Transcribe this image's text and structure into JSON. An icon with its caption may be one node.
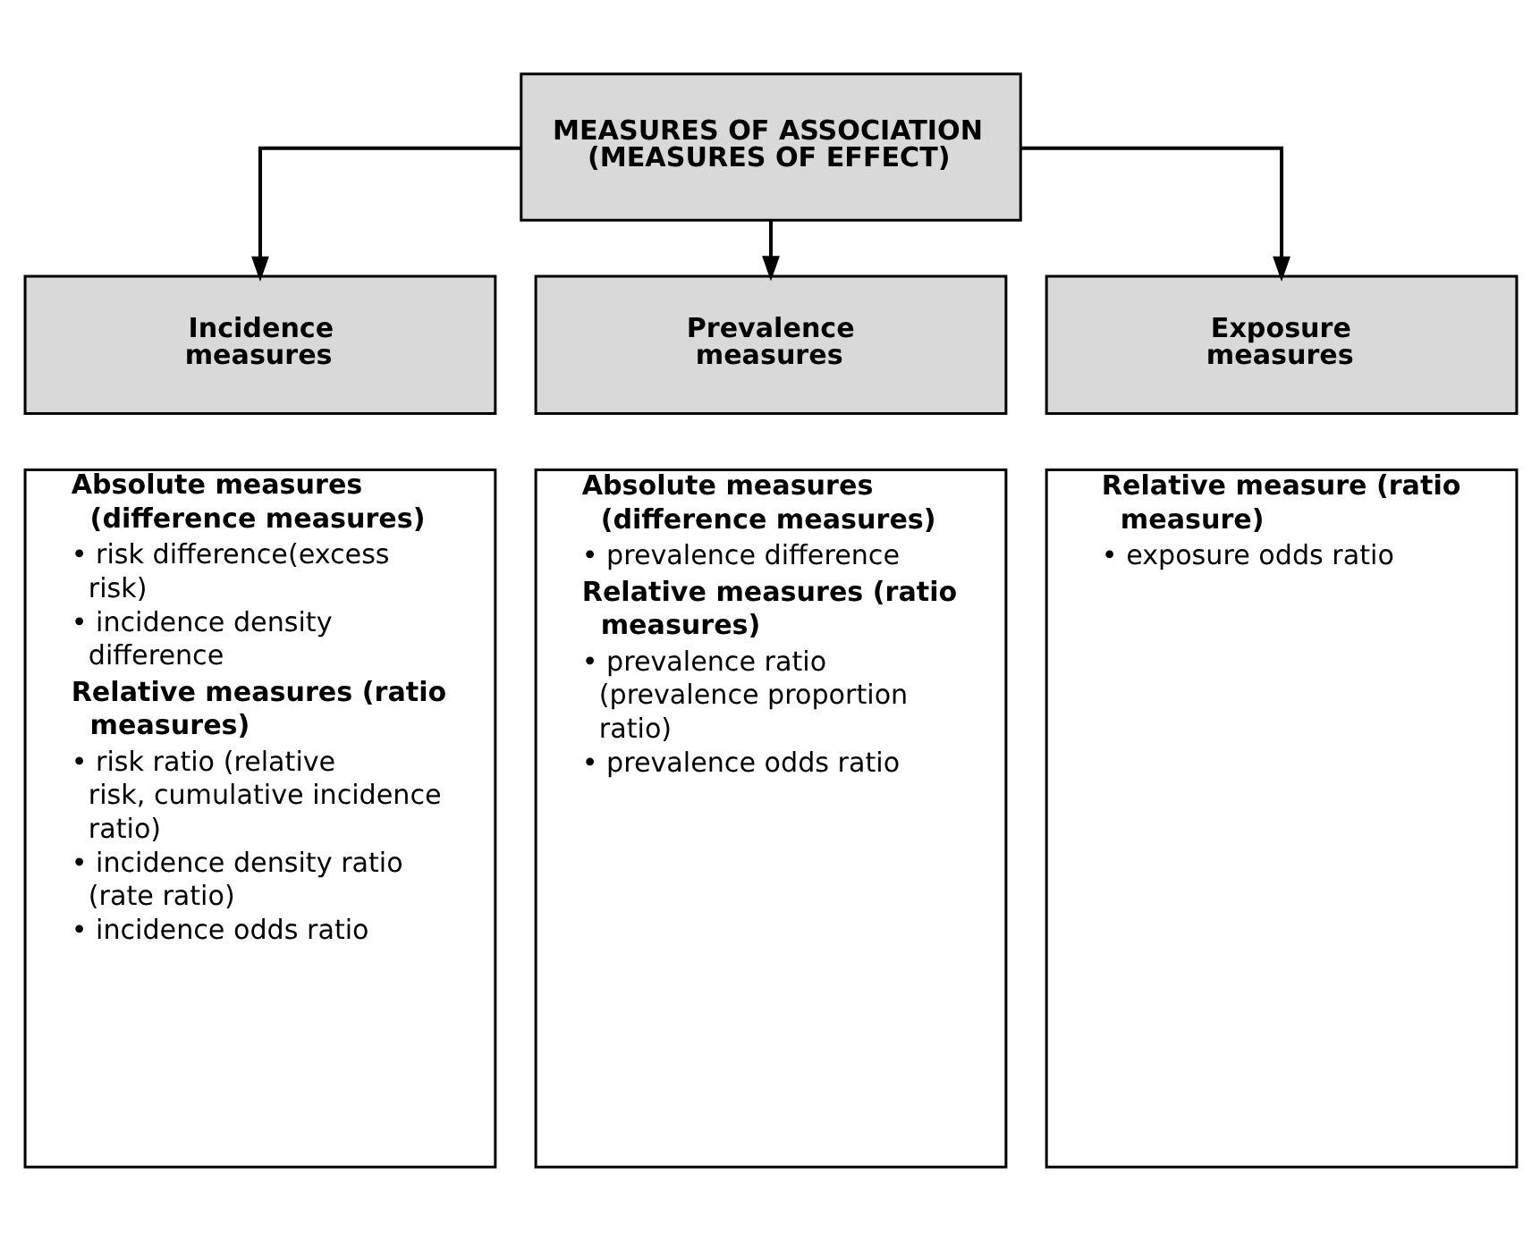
{
  "diagram": {
    "nodes": [
      {
        "text": [
          "MEASURES OF ASSOCIATION (MEASURES OF EFFECT)"
        ]
      },
      {
        "text": [
          "Incidence measures"
        ]
      },
      {
        "text": [
          "Prevalence measures"
        ]
      },
      {
        "text": [
          "Exposure measures"
        ]
      },
      {
        "text": [
          "Absolute measures (difference measures)",
          "• risk difference(excess risk)",
          "• incidence density difference",
          "Relative measures (ratio measures)",
          "• risk ratio (relative risk, cumulative incidence ratio)",
          "• incidence density ratio (rate ratio)",
          "• incidence odds ratio"
        ]
      },
      {
        "text": [
          "Absolute measures (difference measures)",
          "• prevalence difference",
          "Relative measures (ratio measures)",
          "• prevalence ratio (prevalence proportion ratio)",
          "• prevalence odds ratio"
        ]
      },
      {
        "text": [
          "Relative measure (ratio measure)",
          "• exposure odds ratio"
        ]
      }
    ],
    "edges": [
      {
        "from": 0,
        "to": 1,
        "arrow": "to"
      },
      {
        "from": 0,
        "to": 2,
        "arrow": "to"
      },
      {
        "from": 0,
        "to": 3,
        "arrow": "to"
      }
    ]
  }
}
